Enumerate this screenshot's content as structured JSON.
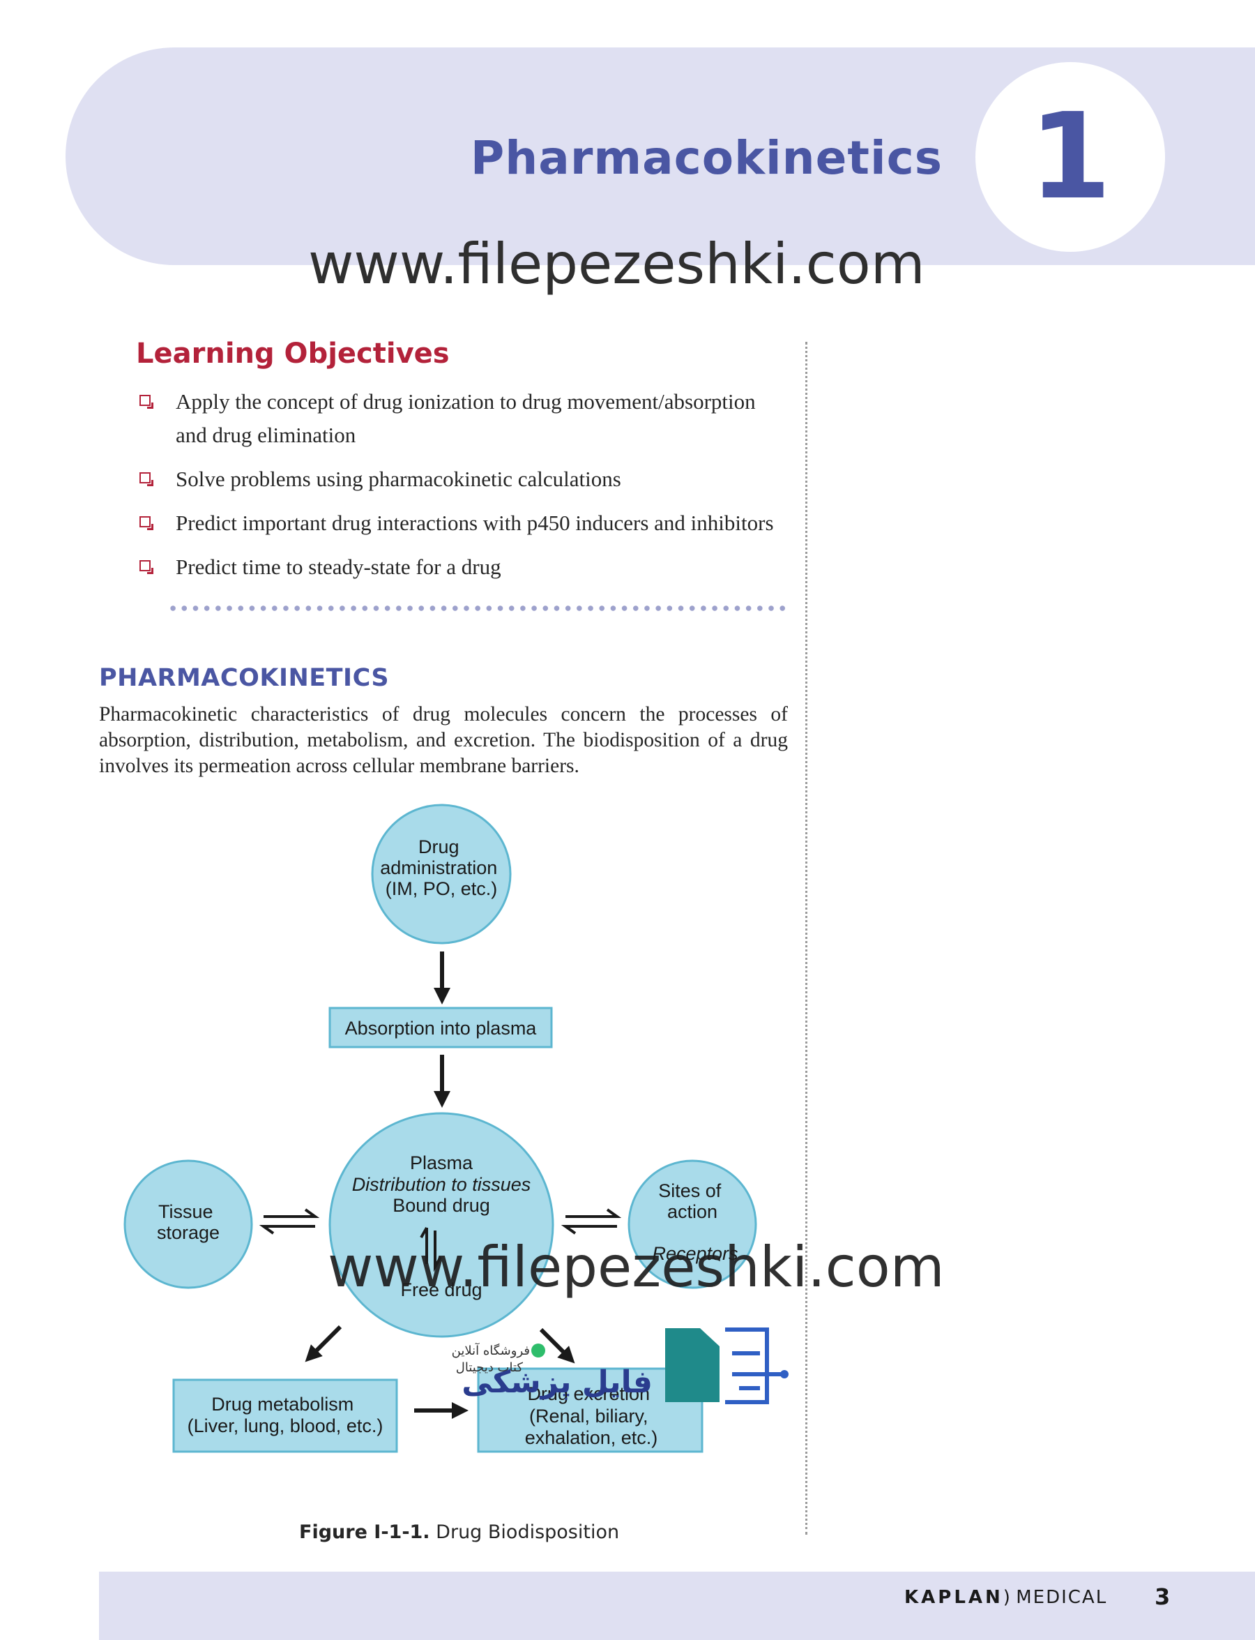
{
  "chapter": {
    "title": "Pharmacokinetics",
    "number": "1"
  },
  "watermark": {
    "text": "www.filepezeshki.com"
  },
  "learning_objectives": {
    "heading": "Learning Objectives",
    "items": [
      "Apply the concept of drug ionization to drug movement/absorption and drug elimination",
      "Solve problems using pharmacokinetic calculations",
      "Predict important drug interactions with p450 inducers and inhibitors",
      "Predict time to steady-state for a drug"
    ]
  },
  "section": {
    "heading": "PHARMACOKINETICS",
    "body": "Pharmacokinetic characteristics of drug molecules concern the processes of absorption, distribution, metabolism, and excretion. The biodisposition of a drug involves its permeation across cellular membrane barriers."
  },
  "figure": {
    "drug_admin": [
      "Drug",
      "administration",
      "(IM, PO, etc.)"
    ],
    "absorption": "Absorption into plasma",
    "plasma": {
      "title": "Plasma",
      "subtitle": "Distribution to tissues",
      "bound": "Bound drug",
      "free": "Free drug"
    },
    "tissue": [
      "Tissue",
      "storage"
    ],
    "sites": [
      "Sites of",
      "action"
    ],
    "receptors": "Receptors",
    "metabolism": [
      "Drug metabolism",
      "(Liver, lung, blood, etc.)"
    ],
    "excretion": [
      "Drug excretion",
      "(Renal, biliary,",
      "exhalation, etc.)"
    ],
    "caption_label": "Figure I-1-1.",
    "caption_text": "Drug Biodisposition"
  },
  "logo": {
    "line1": "فروشگاه آنلاین",
    "line2": "کتاب دیجیتال",
    "brand": "فایل پزشکی"
  },
  "footer": {
    "brand_bold": "KAPLAN",
    "brand_rest": "MEDICAL",
    "page": "3"
  },
  "colors": {
    "accent": "#4a56a3",
    "objective_red": "#b3223a",
    "band": "#dfe0f2",
    "node_fill": "#a9dbea",
    "node_stroke": "#5cb6d0"
  }
}
